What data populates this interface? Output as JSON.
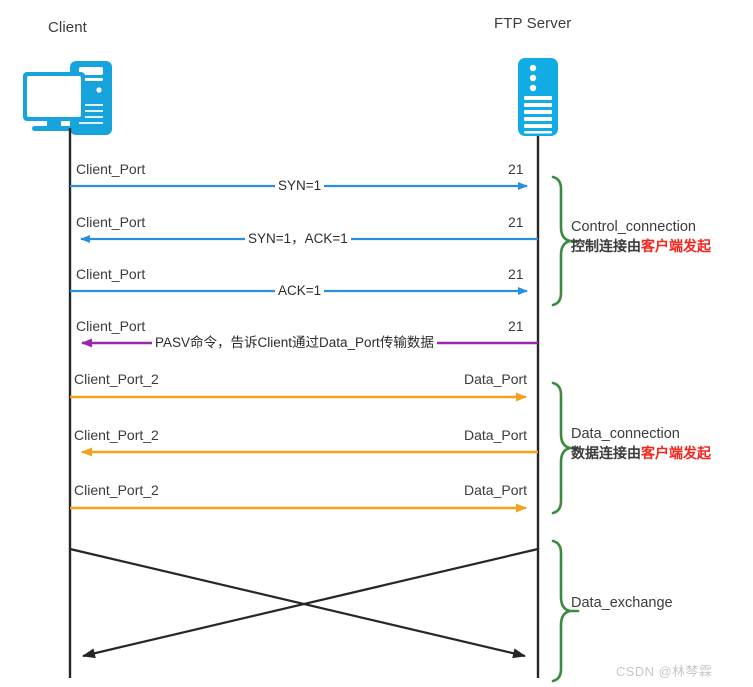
{
  "diagram": {
    "title_client": "Client",
    "title_server": "FTP Server",
    "colors": {
      "client_icon": "#17a3dc",
      "server_icon": "#12ace4",
      "lifeline": "#262626",
      "control_arrow": "#2a8fe0",
      "pasv_arrow": "#9c26b0",
      "data_arrow": "#f5a11b",
      "exchange_arrow": "#262626",
      "brace": "#3a8a3f",
      "highlight_text": "#f5241b",
      "watermark": "#c8c8c8"
    },
    "rows": [
      {
        "id": "syn",
        "left_port": "Client_Port",
        "right_port": "21",
        "message": "SYN=1",
        "direction": "right",
        "color": "#2a8fe0"
      },
      {
        "id": "syn-ack",
        "left_port": "Client_Port",
        "right_port": "21",
        "message": "SYN=1，ACK=1",
        "direction": "left",
        "color": "#2a8fe0"
      },
      {
        "id": "ack",
        "left_port": "Client_Port",
        "right_port": "21",
        "message": "ACK=1",
        "direction": "right",
        "color": "#2a8fe0"
      },
      {
        "id": "pasv",
        "left_port": "Client_Port",
        "right_port": "21",
        "message": "PASV命令，告诉Client通过Data_Port传输数据",
        "direction": "left",
        "color": "#9c26b0"
      },
      {
        "id": "data-1",
        "left_port": "Client_Port_2",
        "right_port": "Data_Port",
        "message": "",
        "direction": "right",
        "color": "#f5a11b"
      },
      {
        "id": "data-2",
        "left_port": "Client_Port_2",
        "right_port": "Data_Port",
        "message": "",
        "direction": "left",
        "color": "#f5a11b"
      },
      {
        "id": "data-3",
        "left_port": "Client_Port_2",
        "right_port": "Data_Port",
        "message": "",
        "direction": "right",
        "color": "#f5a11b"
      }
    ],
    "braces": [
      {
        "id": "control",
        "title": "Control_connection",
        "cn_prefix": "控制连接由",
        "cn_highlight": "客户端发起"
      },
      {
        "id": "data",
        "title": "Data_connection",
        "cn_prefix": "数据连接由",
        "cn_highlight": "客户端发起"
      },
      {
        "id": "exchange",
        "title": "Data_exchange",
        "cn_prefix": "",
        "cn_highlight": ""
      }
    ],
    "watermark": "CSDN @林棽霖"
  }
}
